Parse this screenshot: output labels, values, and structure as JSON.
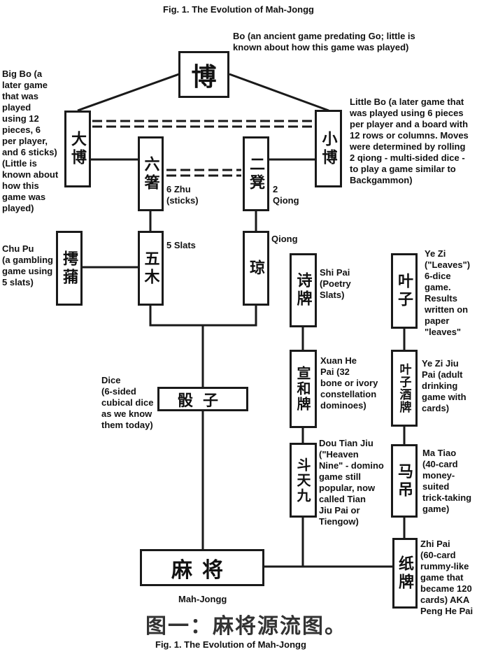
{
  "title_top": "Fig. 1.  The Evolution of Mah-Jongg",
  "title_bottom": "Fig. 1.  The Evolution of Mah-Jongg",
  "caption_cjk": "图一：麻将源流图。",
  "nodes": {
    "bo": {
      "cjk": "博",
      "label": "Bo (an ancient game predating Go; little is\nknown about how this game was played)"
    },
    "big_bo": {
      "cjk": "大博",
      "label": "Big Bo (a\nlater game\nthat was\nplayed\nusing 12\npieces, 6\nper player,\nand 6 sticks)\n(Little is\nknown about\nhow this\ngame was\nplayed)"
    },
    "little_bo": {
      "cjk": "小博",
      "label": "Little Bo (a later game that\nwas played using 6 pieces\nper player and a board with\n12 rows or columns. Moves\nwere determined by rolling\n2 qiong - multi-sided dice -\nto play a game similar to\nBackgammon)"
    },
    "six_zhu": {
      "cjk": "六箸",
      "label": "6 Zhu\n(sticks)"
    },
    "two_qiong": {
      "cjk": "二凳",
      "label": "2\nQiong"
    },
    "chu_pu": {
      "cjk": "摴蒱",
      "label": "Chu Pu\n(a gambling\ngame using\n5 slats)"
    },
    "five_slats": {
      "cjk": "五木",
      "label": "5 Slats"
    },
    "qiong": {
      "cjk": "琼",
      "label": "Qiong"
    },
    "shi_pai": {
      "cjk": "诗牌",
      "label": "Shi Pai\n(Poetry\nSlats)"
    },
    "ye_zi": {
      "cjk": "叶子",
      "label": "Ye Zi\n(\"Leaves\")\n6-dice\ngame.\nResults\nwritten on\npaper\n\"leaves\""
    },
    "dice": {
      "cjk": "骰子",
      "label": "Dice\n(6-sided\ncubical dice\nas we know\nthem today)"
    },
    "xuan_he_pai": {
      "cjk": "宣和牌",
      "label": "Xuan He\nPai (32\nbone or ivory\nconstellation\ndominoes)"
    },
    "ye_zi_jiu_pai": {
      "cjk": "叶子酒牌",
      "label": "Ye Zi Jiu\nPai (adult\ndrinking\ngame with\ncards)"
    },
    "dou_tian_jiu": {
      "cjk": "斗天九",
      "label": "Dou Tian Jiu\n(\"Heaven\nNine\" - domino\ngame still\npopular, now\ncalled Tian\nJiu Pai or\nTiengow)"
    },
    "ma_tiao": {
      "cjk": "马吊",
      "label": "Ma Tiao\n(40-card\nmoney-\nsuited\ntrick-taking\ngame)"
    },
    "mahjong": {
      "cjk": "麻将",
      "label": "Mah-Jongg"
    },
    "zhi_pai": {
      "cjk": "纸牌",
      "label": "Zhi Pai\n(60-card\nrummy-like\ngame that\nbecame 120\ncards) AKA\nPeng He Pai"
    }
  },
  "edges": [
    {
      "from": "bo",
      "to": "big_bo",
      "style": "solid"
    },
    {
      "from": "bo",
      "to": "little_bo",
      "style": "solid"
    },
    {
      "from": "big_bo",
      "to": "little_bo",
      "style": "double-dashed"
    },
    {
      "from": "big_bo",
      "to": "six_zhu",
      "style": "solid"
    },
    {
      "from": "little_bo",
      "to": "two_qiong",
      "style": "solid"
    },
    {
      "from": "six_zhu",
      "to": "two_qiong",
      "style": "double-dashed"
    },
    {
      "from": "six_zhu",
      "to": "five_slats",
      "style": "solid"
    },
    {
      "from": "two_qiong",
      "to": "qiong",
      "style": "solid"
    },
    {
      "from": "chu_pu",
      "to": "five_slats",
      "style": "solid"
    },
    {
      "from": "five_slats",
      "to": "dice",
      "style": "solid"
    },
    {
      "from": "qiong",
      "to": "dice",
      "style": "solid"
    },
    {
      "from": "dice",
      "to": "mahjong",
      "style": "solid"
    },
    {
      "from": "shi_pai",
      "to": "xuan_he_pai",
      "style": "solid"
    },
    {
      "from": "xuan_he_pai",
      "to": "dou_tian_jiu",
      "style": "solid"
    },
    {
      "from": "dou_tian_jiu",
      "to": "mahjong",
      "style": "solid"
    },
    {
      "from": "ye_zi",
      "to": "ye_zi_jiu_pai",
      "style": "solid"
    },
    {
      "from": "ye_zi_jiu_pai",
      "to": "ma_tiao",
      "style": "solid"
    },
    {
      "from": "ma_tiao",
      "to": "zhi_pai",
      "style": "solid"
    },
    {
      "from": "zhi_pai",
      "to": "mahjong",
      "style": "solid"
    }
  ]
}
